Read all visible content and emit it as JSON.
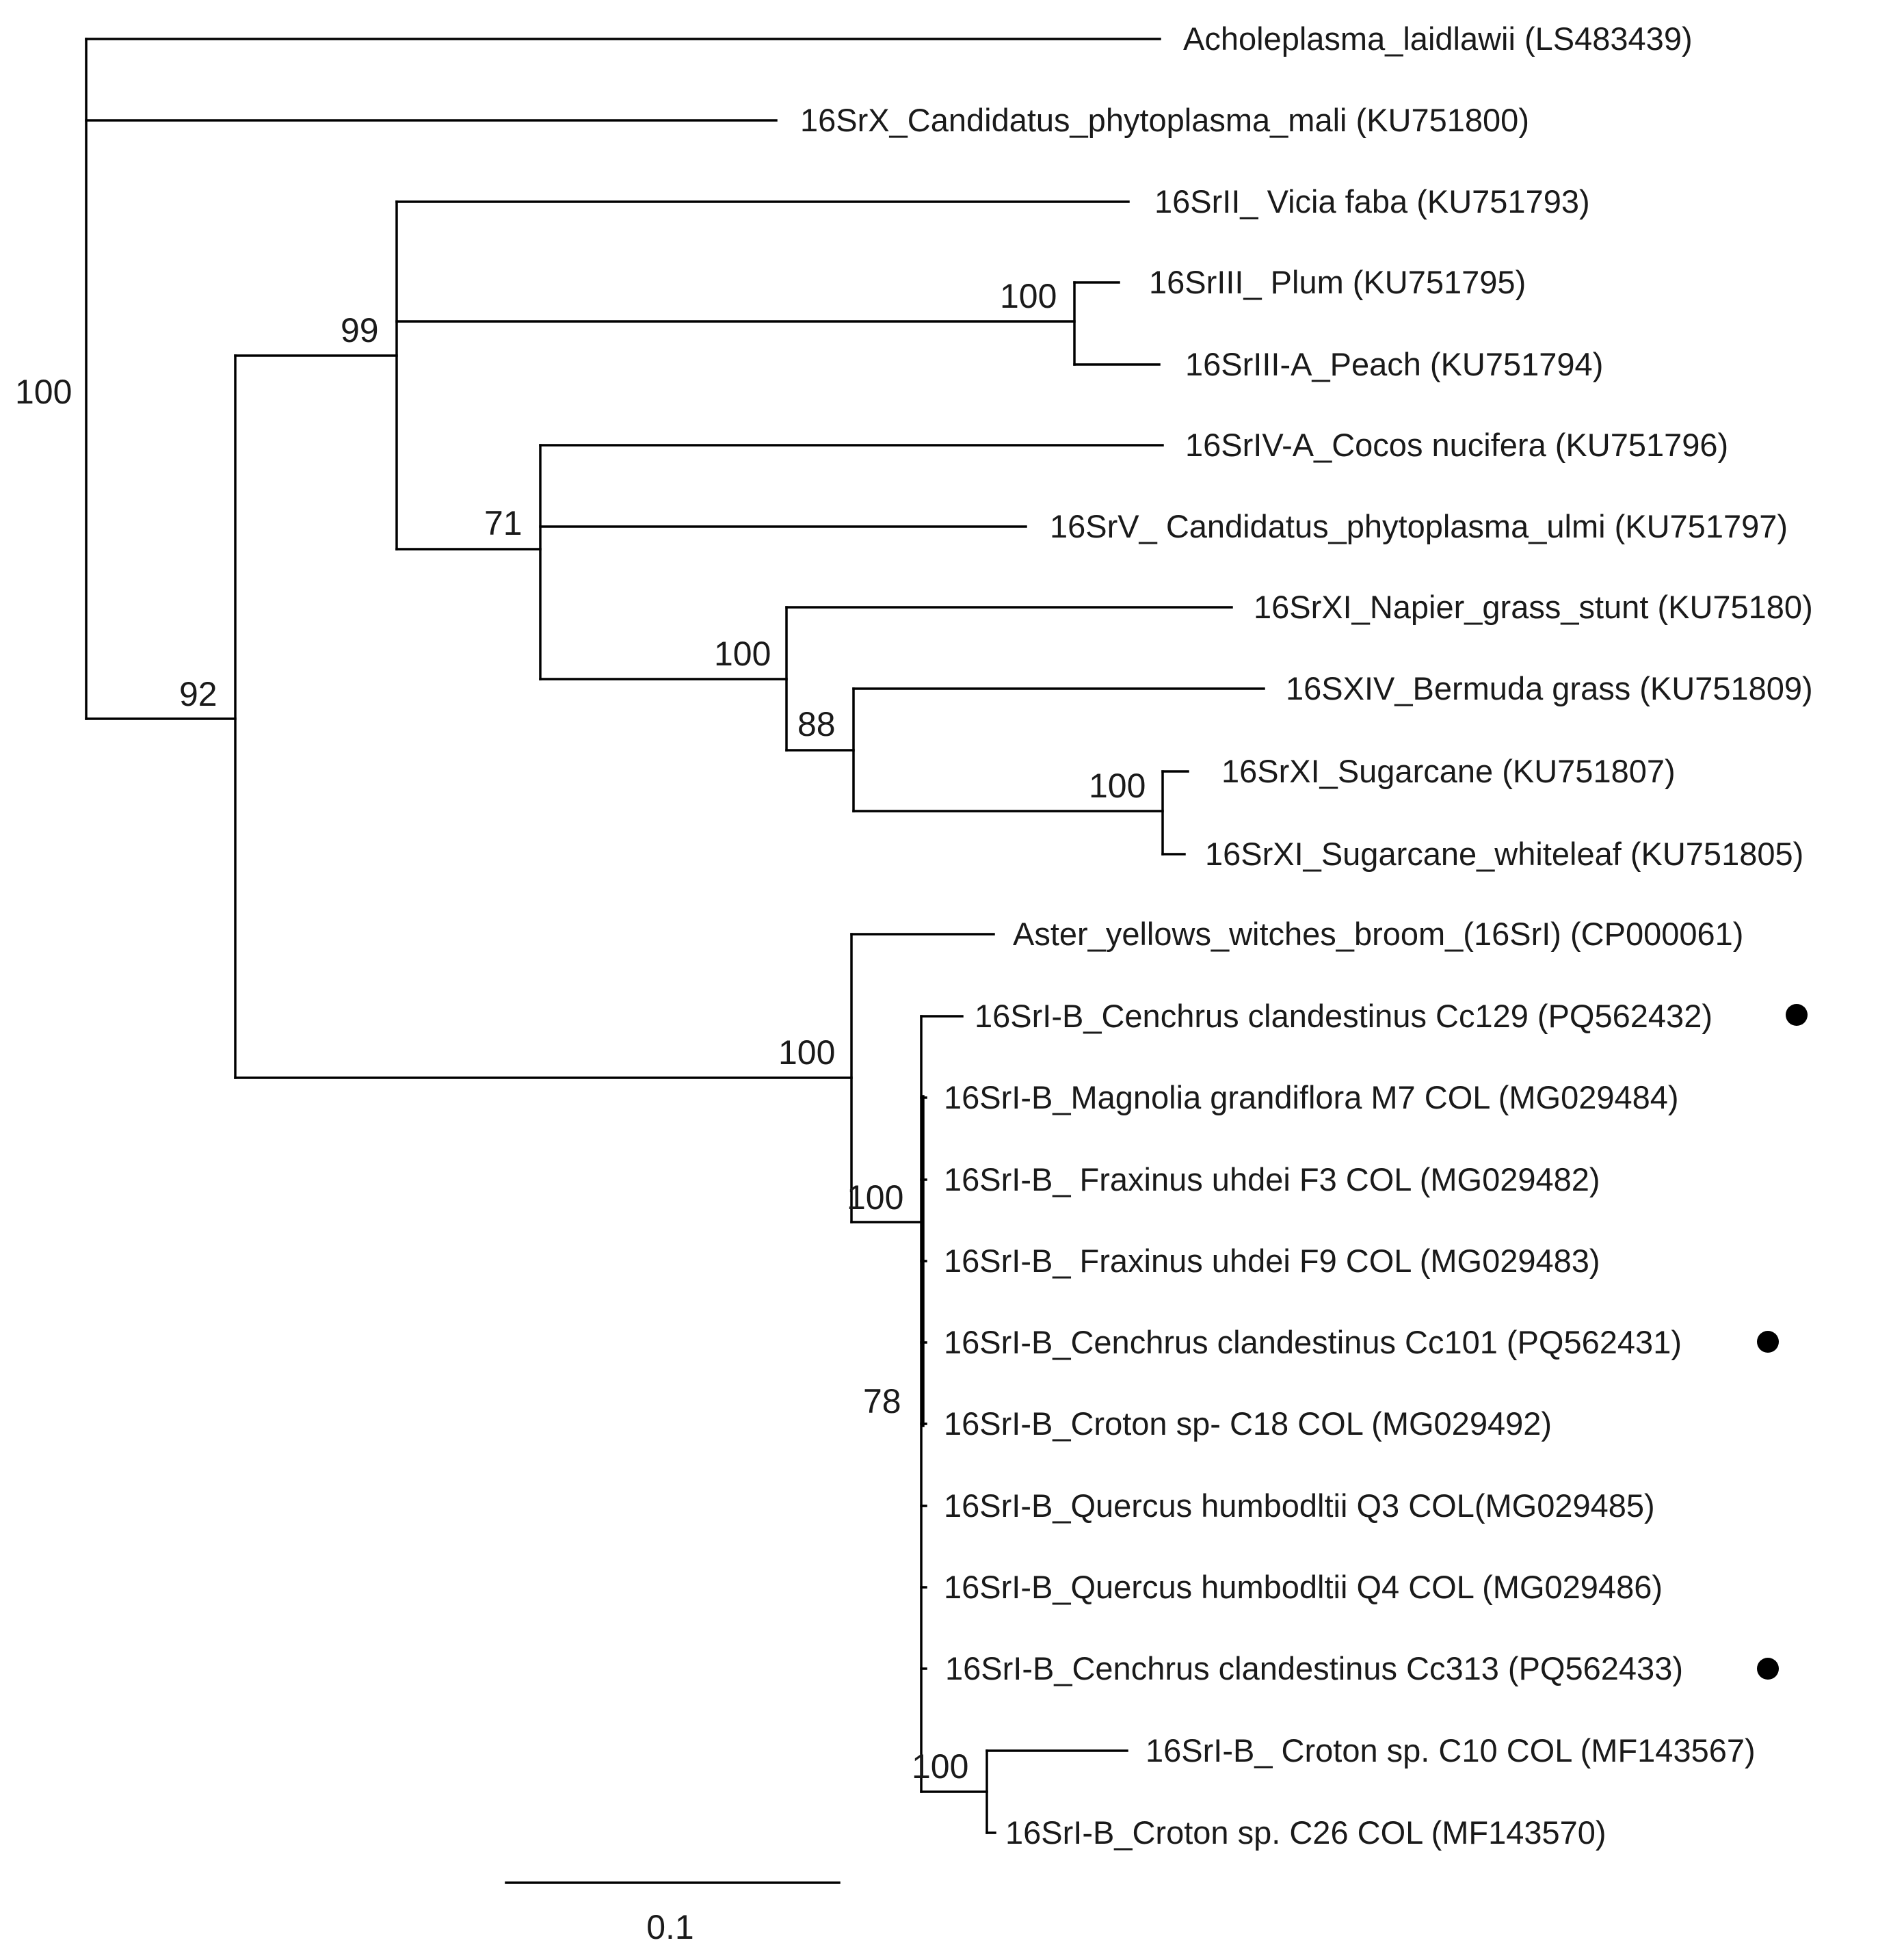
{
  "taxa": [
    "Acholeplasma_laidlawii (LS483439)",
    "16SrX_Candidatus_phytoplasma_mali (KU751800)",
    "16SrII_ Vicia faba (KU751793)",
    "16SrIII_ Plum (KU751795)",
    "16SrIII-A_Peach (KU751794)",
    "16SrIV-A_Cocos nucifera (KU751796)",
    "16SrV_ Candidatus_phytoplasma_ulmi (KU751797)",
    "16SrXI_Napier_grass_stunt (KU75180)",
    "16SXIV_Bermuda grass (KU751809)",
    "16SrXI_Sugarcane (KU751807)",
    "16SrXI_Sugarcane_whiteleaf (KU751805)",
    "Aster_yellows_witches_broom_(16SrI) (CP000061)",
    "16SrI-B_Cenchrus clandestinus Cc129 (PQ562432)",
    "16SrI-B_Magnolia grandiflora M7 COL (MG029484)",
    "16SrI-B_ Fraxinus uhdei F3 COL (MG029482)",
    "16SrI-B_ Fraxinus uhdei F9 COL (MG029483)",
    "16SrI-B_Cenchrus clandestinus Cc101 (PQ562431)",
    "16SrI-B_Croton sp- C18 COL (MG029492)",
    "16SrI-B_Quercus humbodltii Q3 COL(MG029485)",
    "16SrI-B_Quercus humbodltii Q4 COL (MG029486)",
    "16SrI-B_Cenchrus clandestinus Cc313 (PQ562433)",
    "16SrI-B_ Croton sp. C10 COL (MF143567)",
    "16SrI-B_Croton sp. C26 COL (MF143570)"
  ],
  "marked_taxa": [
    12,
    16,
    20
  ],
  "bootstrap": {
    "root": "100",
    "n92": "92",
    "n99": "99",
    "n100_plum_peach": "100",
    "n71": "71",
    "n100_napier_sugarcane": "100",
    "n88": "88",
    "n100_sugarcane": "100",
    "n100_aster": "100",
    "n100_16SrI_B": "100",
    "n78": "78",
    "n100_croton": "100"
  },
  "scale_bar": {
    "label": "0.1",
    "value": 0.1
  },
  "colors": {
    "line": "#000000",
    "text": "#1a1a1a",
    "marker": "#000000"
  }
}
